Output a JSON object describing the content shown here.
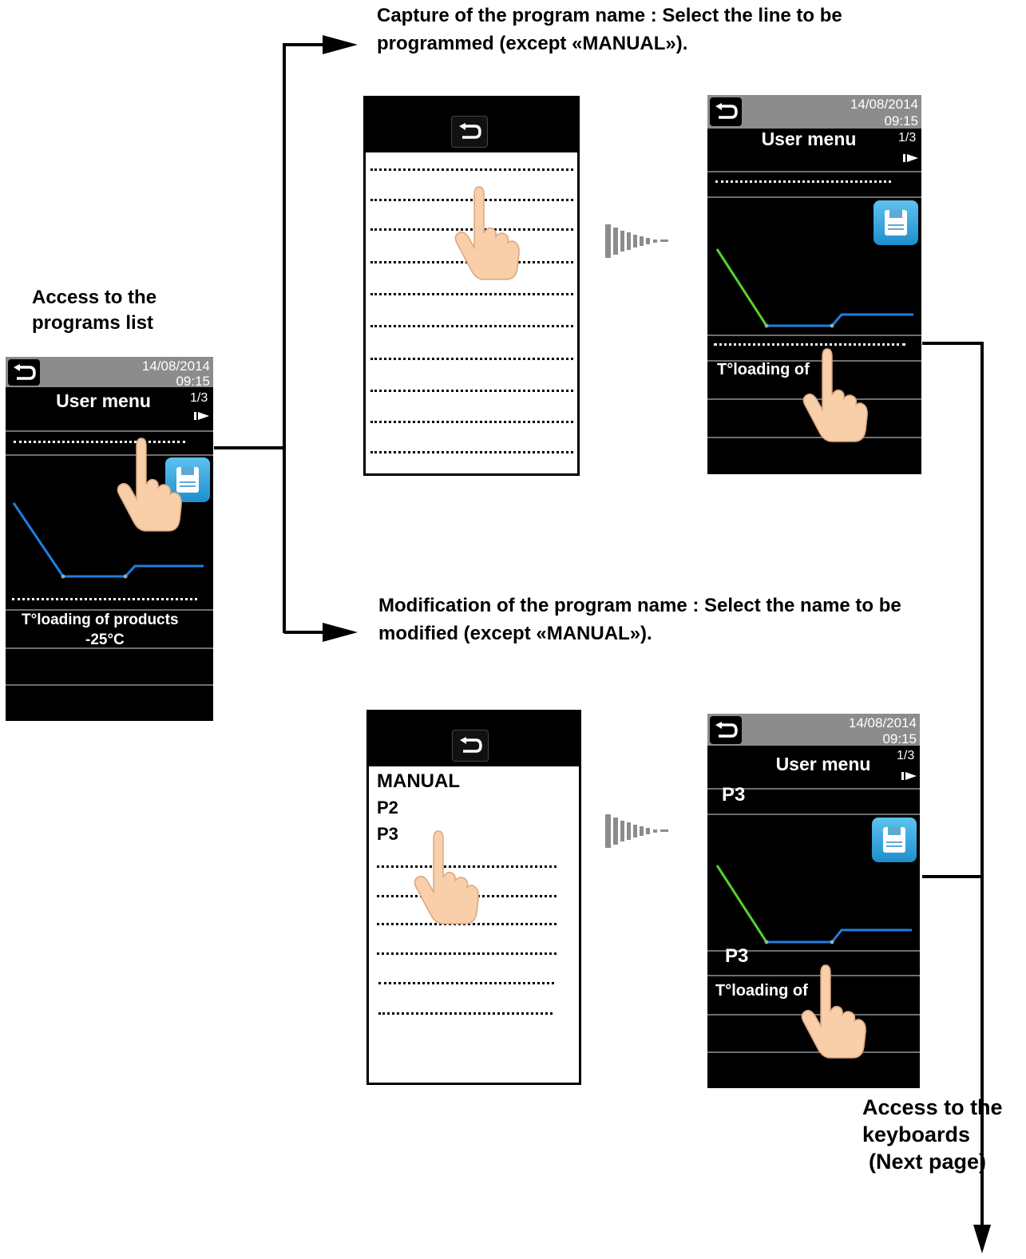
{
  "captions": {
    "capture_name": "Capture of the program name : Select the line to be programmed (except «MANUAL»).",
    "modify_name": "Modification of the program name : Select the name to be modified (except «MANUAL»).",
    "access_programs": "Access to the programs list",
    "access_keyboards_1": "Access to the",
    "access_keyboards_2": "keyboards",
    "access_keyboards_3": "(Next page)"
  },
  "screen_header": {
    "date": "14/08/2014",
    "time": "09:15",
    "title": "User menu",
    "page": "1/3"
  },
  "left_screen": {
    "row_label_1": "T°loading of products",
    "row_label_2": "-25°C"
  },
  "top_right_screen": {
    "row_label": "T°loading of"
  },
  "bottom_right_screen": {
    "program_name": "P3",
    "program_name_2": "P3",
    "row_label": "T°loading of"
  },
  "programs_list": {
    "items": [
      "MANUAL",
      "P2",
      "P3"
    ]
  },
  "colors": {
    "hand": "#f8cfa8",
    "curve_blue": "#1e7fe0",
    "curve_green": "#55d22d",
    "save_icon": "#3aa8e0"
  }
}
